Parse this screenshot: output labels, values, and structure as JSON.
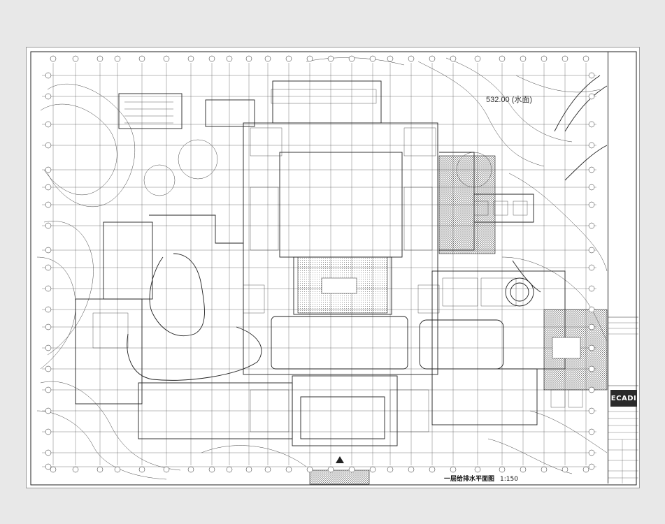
{
  "drawing": {
    "title": "一层给排水平面图",
    "scale": "1:150",
    "elevation_label": "532.00 (水面)"
  },
  "title_block": {
    "logo": "ECADI",
    "rows": [
      "",
      "",
      "",
      "",
      "",
      "",
      "",
      "",
      ""
    ]
  },
  "colors": {
    "background": "#e8e8e8",
    "sheet": "#ffffff",
    "linework": "#222222"
  }
}
